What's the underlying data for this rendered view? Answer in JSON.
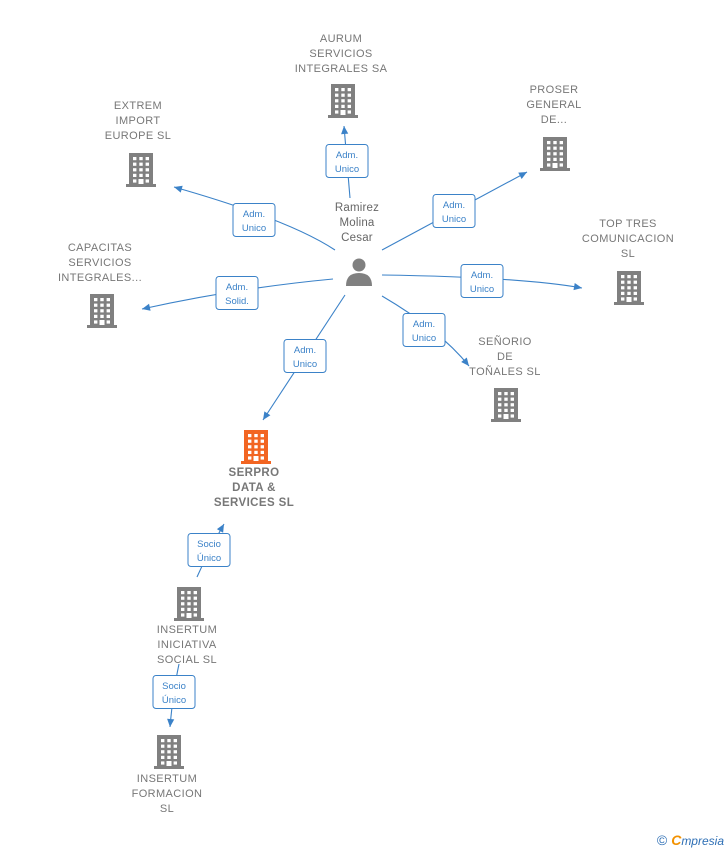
{
  "colors": {
    "edge": "#3b82c8",
    "company": "#808080",
    "main_company": "#f26522",
    "person": "#808080",
    "label": "#777777"
  },
  "person": {
    "lines": [
      "Ramirez",
      "Molina",
      "Cesar"
    ],
    "icon": "person-icon"
  },
  "companies": [
    {
      "id": "aurum",
      "lines": [
        "AURUM",
        "SERVICIOS",
        "INTEGRALES SA"
      ],
      "icon": "building-icon"
    },
    {
      "id": "proser",
      "lines": [
        "PROSER",
        "GENERAL",
        "DE..."
      ],
      "icon": "building-icon"
    },
    {
      "id": "extrem",
      "lines": [
        "EXTREM",
        "IMPORT",
        "EUROPE  SL"
      ],
      "icon": "building-icon"
    },
    {
      "id": "toptres",
      "lines": [
        "TOP TRES",
        "COMUNICACION",
        "SL"
      ],
      "icon": "building-icon"
    },
    {
      "id": "capacitas",
      "lines": [
        "CAPACITAS",
        "SERVICIOS",
        "INTEGRALES..."
      ],
      "icon": "building-icon"
    },
    {
      "id": "senorio",
      "lines": [
        "SEÑORIO",
        "DE",
        "TOÑALES SL"
      ],
      "icon": "building-icon"
    },
    {
      "id": "serpro",
      "lines": [
        "SERPRO",
        "DATA &",
        "SERVICES  SL"
      ],
      "icon": "building-icon",
      "main": true
    },
    {
      "id": "insertum_iniciativa",
      "lines": [
        "INSERTUM",
        "INICIATIVA",
        "SOCIAL  SL"
      ],
      "icon": "building-icon"
    },
    {
      "id": "insertum_formacion",
      "lines": [
        "INSERTUM",
        "FORMACION",
        "SL"
      ],
      "icon": "building-icon"
    }
  ],
  "relations": [
    {
      "from": "person",
      "to": "aurum",
      "role": [
        "Adm.",
        "Unico"
      ]
    },
    {
      "from": "person",
      "to": "proser",
      "role": [
        "Adm.",
        "Unico"
      ]
    },
    {
      "from": "person",
      "to": "extrem",
      "role": [
        "Adm.",
        "Unico"
      ]
    },
    {
      "from": "person",
      "to": "toptres",
      "role": [
        "Adm.",
        "Unico"
      ]
    },
    {
      "from": "person",
      "to": "capacitas",
      "role": [
        "Adm.",
        "Solid."
      ]
    },
    {
      "from": "person",
      "to": "senorio",
      "role": [
        "Adm.",
        "Unico"
      ]
    },
    {
      "from": "person",
      "to": "serpro",
      "role": [
        "Adm.",
        "Unico"
      ]
    },
    {
      "from": "insertum_iniciativa",
      "to": "serpro",
      "role": [
        "Socio",
        "Único"
      ]
    },
    {
      "from": "insertum_iniciativa",
      "to": "insertum_formacion",
      "role": [
        "Socio",
        "Único"
      ]
    }
  ],
  "footer": {
    "copyright": "©",
    "brand_initial": "C",
    "brand_rest": "mpresia"
  }
}
